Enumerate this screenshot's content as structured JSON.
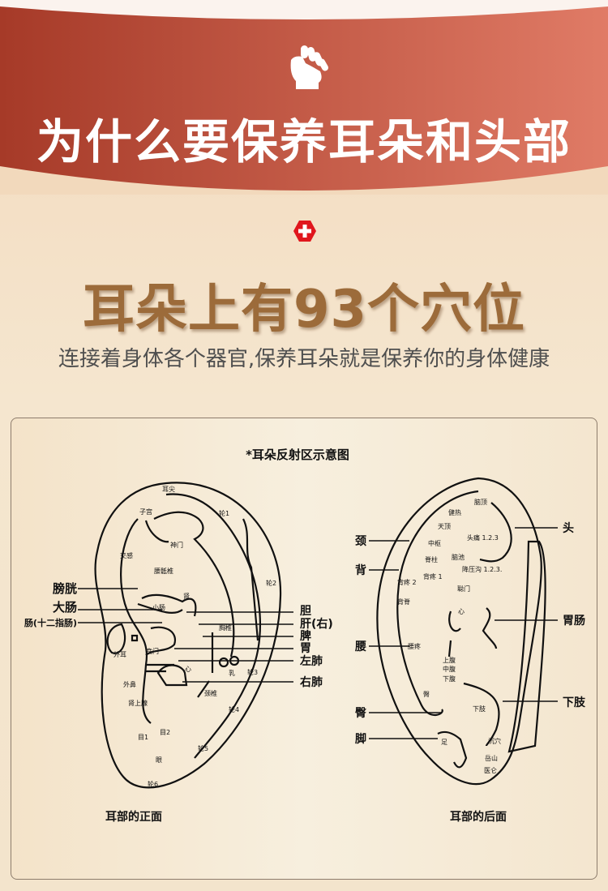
{
  "banner": {
    "title": "为什么要保养耳朵和头部",
    "icon": "fist-icon",
    "color_left": "#a63a28",
    "color_right": "#e07b66"
  },
  "section": {
    "icon": "red-cross-hexagon-icon",
    "headline": "耳朵上有93个穴位",
    "subtitle": "连接着身体各个器官,保养耳朵就是保养你的身体健康"
  },
  "diagram": {
    "title": "*耳朵反射区示意图",
    "front": {
      "caption": "耳部的正面",
      "big_labels": [
        "膀胱",
        "大肠",
        "肠(十二指肠)",
        "胆",
        "肝(右)",
        "脾",
        "胃",
        "左肺",
        "右肺"
      ],
      "small_labels": [
        "耳尖",
        "子宫",
        "神门",
        "交感",
        "腰骶椎",
        "肾",
        "小肠",
        "胸椎",
        "外耳",
        "贲门",
        "心",
        "乳",
        "外鼻",
        "肾上腺",
        "颈椎",
        "目1",
        "目2",
        "眼",
        "轮1",
        "轮2",
        "轮3",
        "轮4",
        "轮5",
        "轮6"
      ]
    },
    "back": {
      "caption": "耳部的后面",
      "big_labels": [
        "颈",
        "背",
        "腰",
        "臀",
        "脚",
        "头",
        "胃肠",
        "下肢"
      ],
      "small_labels": [
        "脑顶",
        "健热",
        "天顶",
        "中枢",
        "头痛 1.2.3",
        "脊柱",
        "脑池",
        "降压沟 1.2.3.",
        "背疼 1",
        "背疼 2",
        "聪门",
        "背脊",
        "心",
        "腰疼",
        "上腹",
        "中腹",
        "下腹",
        "臀",
        "下肢",
        "足",
        "沉穴",
        "岳山",
        "医仑"
      ]
    }
  }
}
